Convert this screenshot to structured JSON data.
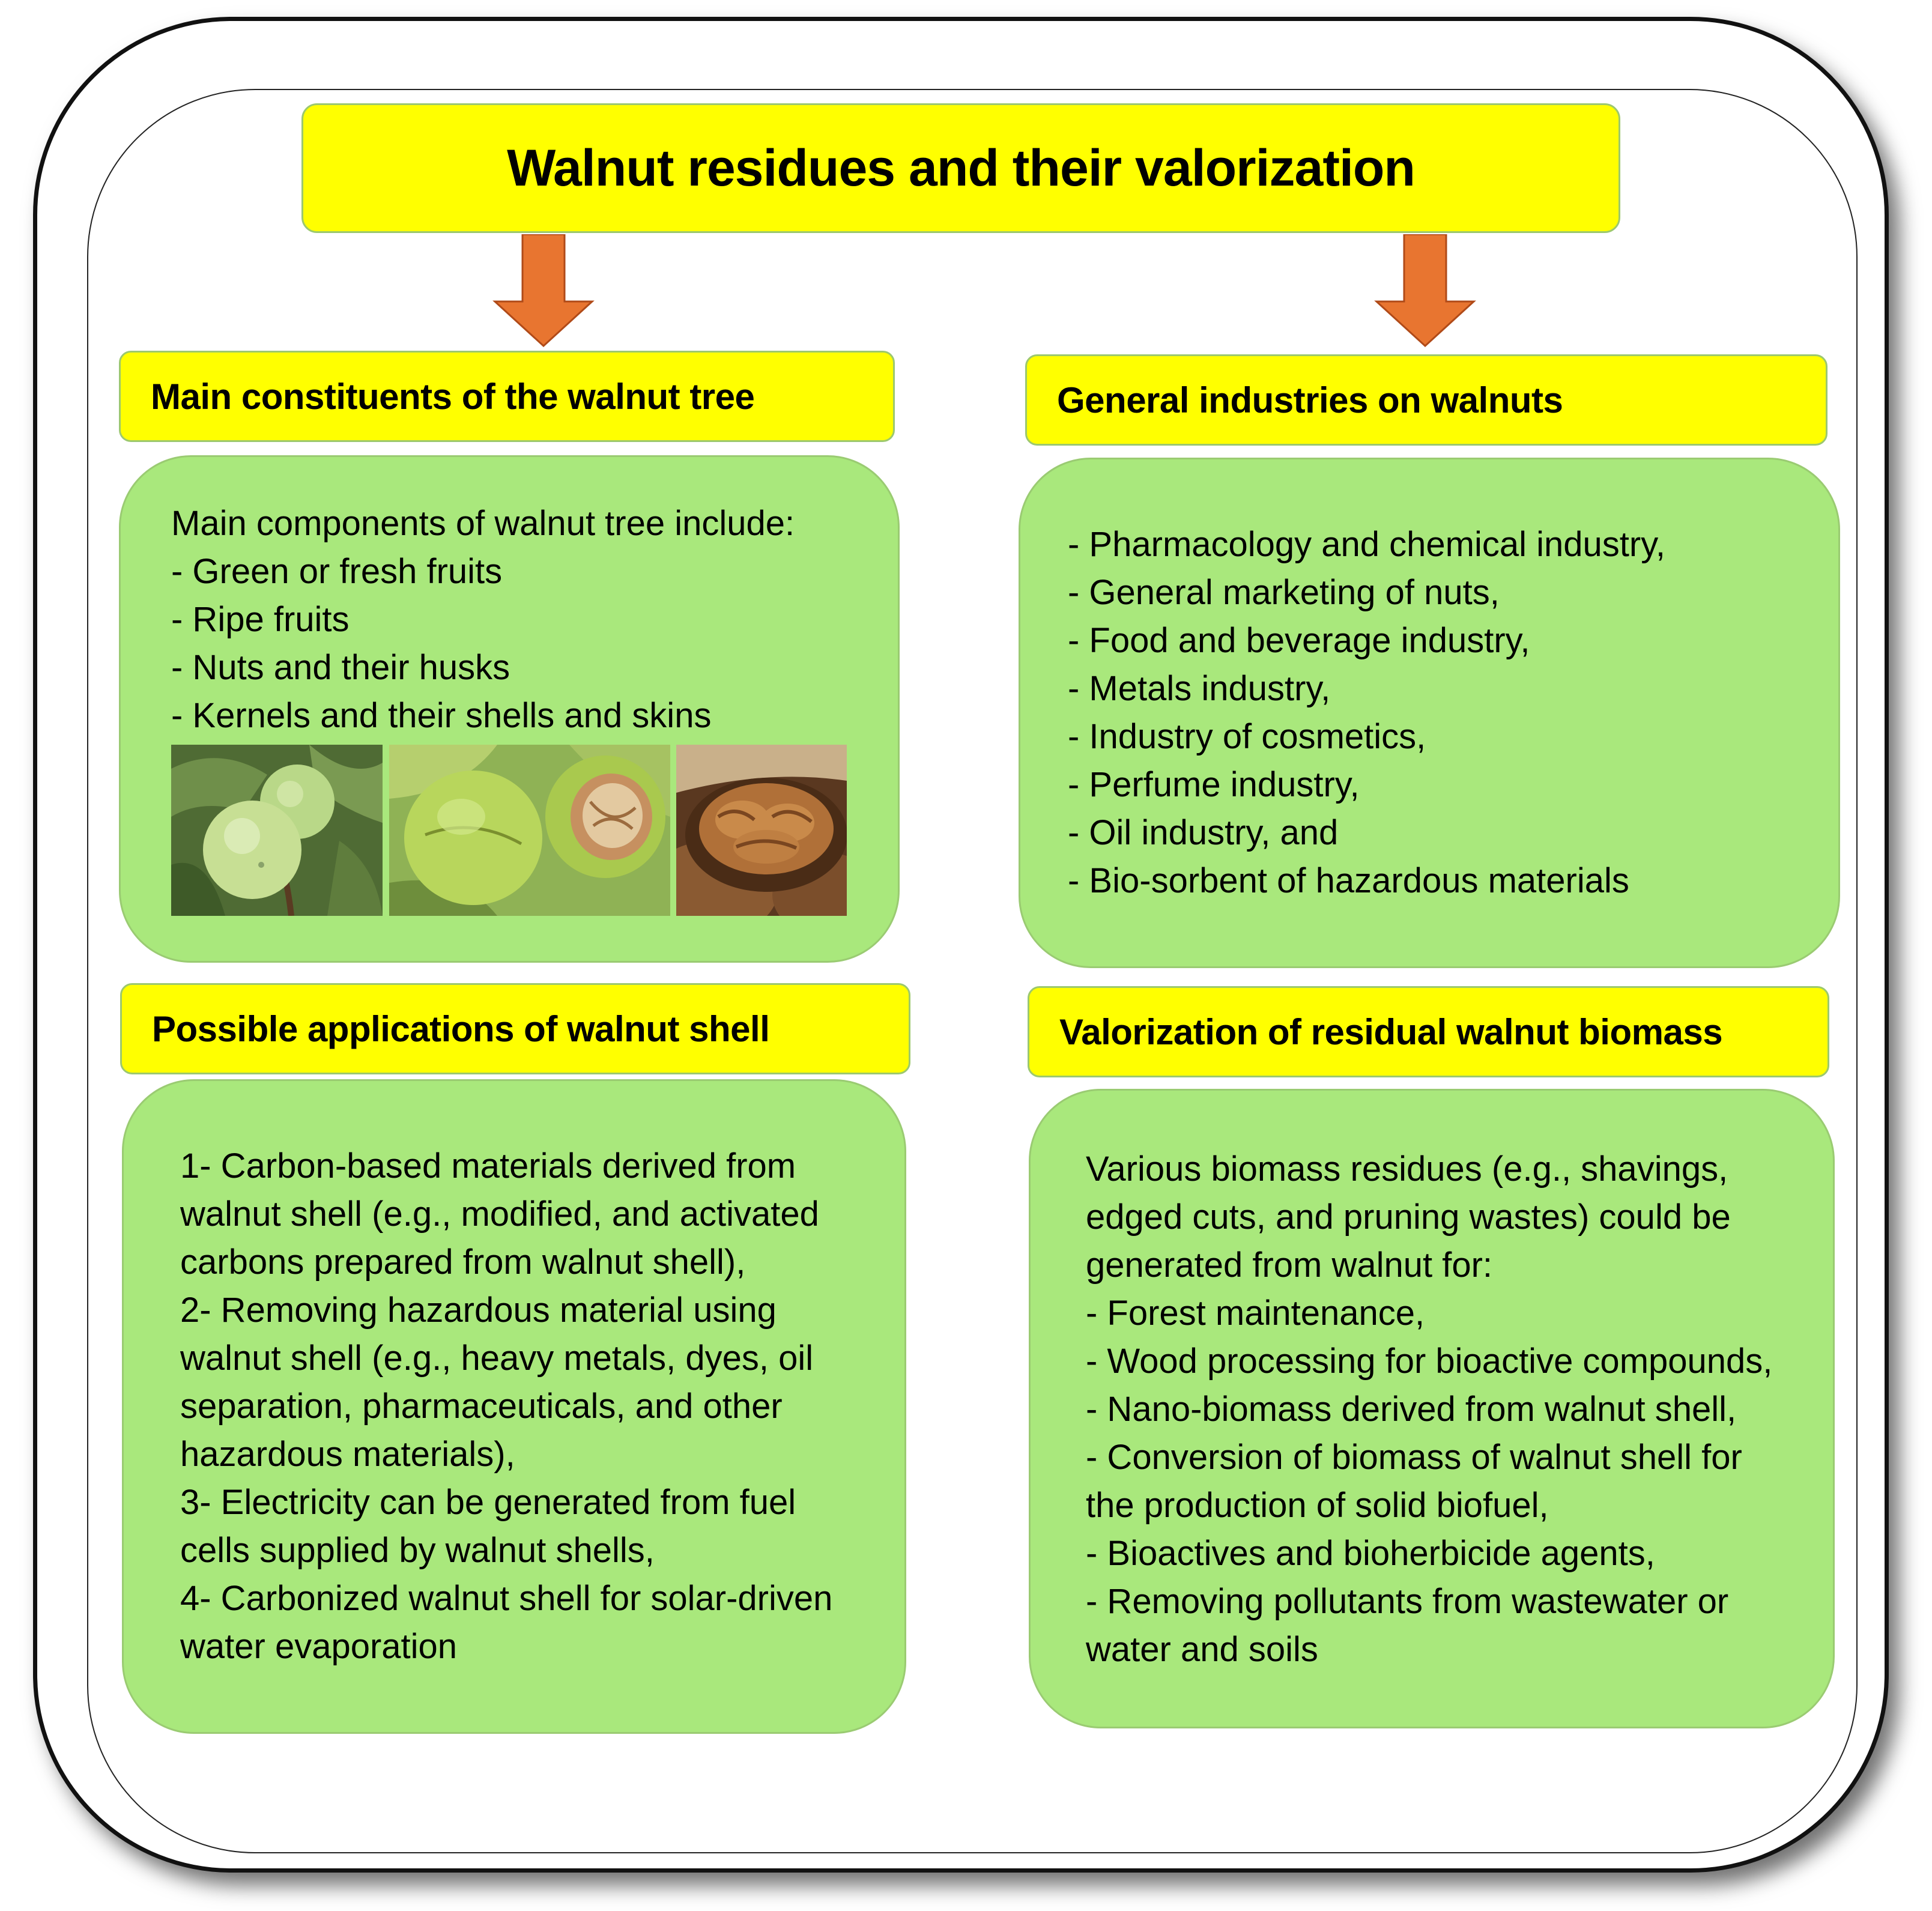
{
  "title": "Walnut residues and their valorization",
  "colors": {
    "heading_fill": "#ffff00",
    "panel_fill": "#a9e87c",
    "arrow_fill": "#e87530",
    "frame_stroke": "#111111"
  },
  "sections": {
    "constituents": {
      "heading": "Main constituents of the walnut tree",
      "lines": [
        "Main components of walnut tree include:",
        "- Green or fresh fruits",
        "- Ripe fruits",
        "- Nuts and their husks",
        "- Kernels and their shells and skins"
      ],
      "photos": [
        "green-walnut-fruits-photo",
        "split-green-husk-photo",
        "walnut-kernel-photo"
      ]
    },
    "industries": {
      "heading": "General industries on walnuts",
      "lines": [
        "- Pharmacology and chemical industry,",
        "- General marketing of nuts,",
        "- Food and beverage industry,",
        "- Metals industry,",
        "- Industry of cosmetics,",
        "- Perfume industry,",
        "- Oil industry, and",
        "- Bio-sorbent of hazardous materials"
      ]
    },
    "shell_applications": {
      "heading": "Possible applications of walnut shell",
      "lines": [
        "1- Carbon-based materials derived from",
        "walnut shell (e.g., modified, and activated",
        "carbons prepared from walnut shell),",
        "2- Removing hazardous material using",
        "walnut shell (e.g., heavy metals, dyes, oil",
        "separation, pharmaceuticals, and other",
        "hazardous materials),",
        "3- Electricity can be generated from fuel",
        "cells supplied by walnut shells,",
        "4- Carbonized walnut shell for solar-driven",
        "water evaporation"
      ]
    },
    "biomass": {
      "heading": "Valorization of residual walnut biomass",
      "lines": [
        "Various biomass residues (e.g., shavings,",
        "edged cuts, and pruning wastes) could be",
        "generated from walnut for:",
        "- Forest maintenance,",
        "- Wood processing for bioactive compounds,",
        "- Nano-biomass derived from walnut shell,",
        "- Conversion of biomass of walnut shell for",
        "the production of solid biofuel,",
        "- Bioactives and bioherbicide agents,",
        "- Removing pollutants from wastewater or",
        "water and soils"
      ]
    }
  }
}
